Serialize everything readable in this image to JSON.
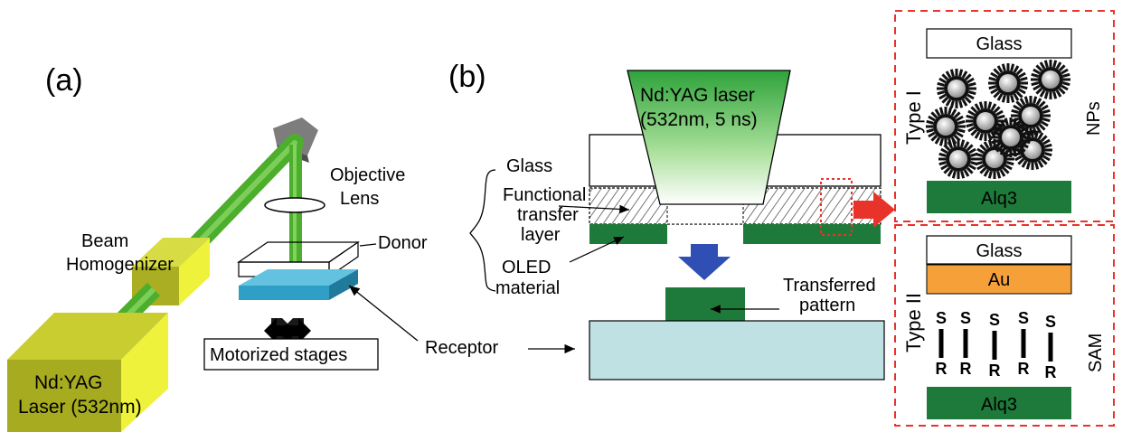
{
  "panel_a": {
    "label": "(a)",
    "objective_lens": [
      "Objective",
      "Lens"
    ],
    "beam_homogenizer": [
      "Beam",
      "Homogenizer"
    ],
    "donor": "Donor",
    "laser": [
      "Nd:YAG",
      "Laser (532nm)"
    ],
    "motorized_stages": "Motorized stages",
    "receptor": "Receptor"
  },
  "panel_b": {
    "label": "(b)",
    "laser": [
      "Nd:YAG laser",
      "(532nm, 5 ns)"
    ],
    "glass": "Glass",
    "functional_transfer_layer": [
      "Functional",
      "transfer",
      "layer"
    ],
    "oled_material": [
      "OLED",
      "material"
    ],
    "transferred_pattern": [
      "Transferred",
      "pattern"
    ]
  },
  "type1": {
    "glass": "Glass",
    "side_label": "Type I",
    "nps": "NPs",
    "alq3": "Alq3"
  },
  "type2": {
    "glass": "Glass",
    "au": "Au",
    "side_label": "Type II",
    "sam": "SAM",
    "s": [
      "S",
      "S",
      "S",
      "S",
      "S"
    ],
    "r": [
      "R",
      "R",
      "R",
      "R",
      "R"
    ],
    "alq3": "Alq3"
  },
  "colors": {
    "beam_green": "#59b72f",
    "olive": "#b6bc2a",
    "stage_blue": "#2f9fc7",
    "oled_green": "#1e7a3a",
    "receptor": "#bfe1e3",
    "au_orange": "#f6a03a",
    "dashed_red": "#e8332b"
  }
}
